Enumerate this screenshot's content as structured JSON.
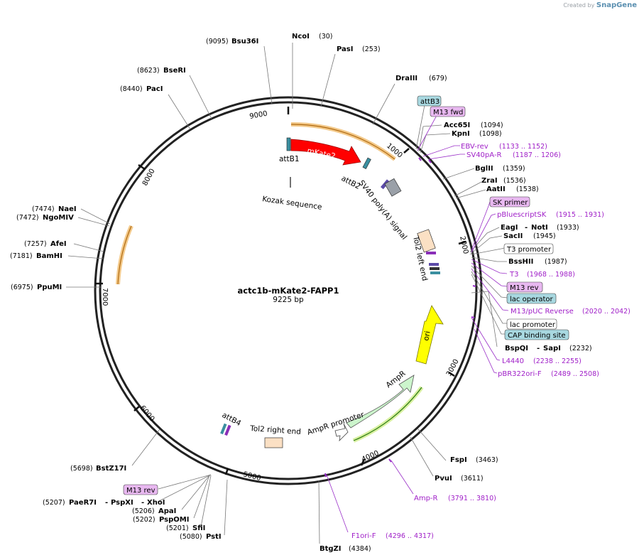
{
  "credit": {
    "prefix": "Created by",
    "brand": "SnapGene"
  },
  "plasmid": {
    "name": "actc1b-mKate2-FAPP1",
    "length_label": "9225 bp"
  },
  "ticks": [
    "9000",
    "1000",
    "2000",
    "3000",
    "4000",
    "5000",
    "6000",
    "7000",
    "8000"
  ],
  "sites": [
    {
      "name": "NcoI",
      "pos": "(30)"
    },
    {
      "name": "PasI",
      "pos": "(253)"
    },
    {
      "name": "DraIII",
      "pos": "(679)"
    },
    {
      "name": "Bsu36I",
      "pos": "(9095)"
    },
    {
      "name": "BseRI",
      "pos": "(8623)"
    },
    {
      "name": "PacI",
      "pos": "(8440)"
    },
    {
      "name": "Acc65I",
      "pos": "(1094)"
    },
    {
      "name": "KpnI",
      "pos": "(1098)"
    },
    {
      "name": "BglII",
      "pos": "(1359)"
    },
    {
      "name": "ZraI",
      "pos": "(1536)"
    },
    {
      "name": "AatII",
      "pos": "(1538)"
    },
    {
      "name": "EagI",
      "sep": "-",
      "name2": "NotI",
      "pos": "(1933)"
    },
    {
      "name": "SacII",
      "pos": "(1945)"
    },
    {
      "name": "BssHII",
      "pos": "(1987)"
    },
    {
      "name": "BspQI",
      "sep": "-",
      "name2": "SapI",
      "pos": "(2232)"
    },
    {
      "name": "FspI",
      "pos": "(3463)"
    },
    {
      "name": "PvuI",
      "pos": "(3611)"
    },
    {
      "name": "BtgZI",
      "pos": "(4384)"
    },
    {
      "name": "NaeI",
      "pos": "(7474)"
    },
    {
      "name": "NgoMIV",
      "pos": "(7472)"
    },
    {
      "name": "AfeI",
      "pos": "(7257)"
    },
    {
      "name": "BamHI",
      "pos": "(7181)"
    },
    {
      "name": "PpuMI",
      "pos": "(6975)"
    },
    {
      "name": "BstZ17I",
      "pos": "(5698)"
    },
    {
      "name": "PaeR7I",
      "sep": "-",
      "name2": "PspXI",
      "sep2": "-",
      "name3": "XhoI",
      "pos": "(5207)"
    },
    {
      "name": "ApaI",
      "pos": "(5206)"
    },
    {
      "name": "PspOMI",
      "pos": "(5202)"
    },
    {
      "name": "SfiI",
      "pos": "(5201)"
    },
    {
      "name": "PstI",
      "pos": "(5080)"
    }
  ],
  "primers": [
    {
      "name": "EBV-rev",
      "range": "(1133 .. 1152)"
    },
    {
      "name": "SV40pA-R",
      "range": "(1187 .. 1206)"
    },
    {
      "name": "pBluescriptSK",
      "range": "(1915 .. 1931)"
    },
    {
      "name": "T3",
      "range": "(1968 .. 1988)"
    },
    {
      "name": "M13/pUC Reverse",
      "range": "(2020 .. 2042)"
    },
    {
      "name": "L4440",
      "range": "(2238 .. 2255)"
    },
    {
      "name": "pBR322ori-F",
      "range": "(2489 .. 2508)"
    },
    {
      "name": "Amp-R",
      "range": "(3791 .. 3810)"
    },
    {
      "name": "F1ori-F",
      "range": "(4296 .. 4317)"
    }
  ],
  "boxed_labels": [
    {
      "text": "attB3",
      "kind": "blue"
    },
    {
      "text": "M13 fwd",
      "kind": "purple"
    },
    {
      "text": "SK primer",
      "kind": "purple"
    },
    {
      "text": "T3 promoter",
      "kind": "white"
    },
    {
      "text": "M13 rev",
      "kind": "purple"
    },
    {
      "text": "lac operator",
      "kind": "blue"
    },
    {
      "text": "lac promoter",
      "kind": "white"
    },
    {
      "text": "CAP binding site",
      "kind": "blue"
    },
    {
      "text": "M13 rev",
      "kind": "purple"
    }
  ],
  "features": {
    "mkate2": "mKate2",
    "attb1": "attB1",
    "attb2": "attB2",
    "kozak": "Kozak sequence",
    "sv40": "SV40 poly(A) signal",
    "tol2_left": "Tol2 left end",
    "ori": "ori",
    "ampr": "AmpR",
    "ampr_promoter": "AmpR promoter",
    "tol2_right": "Tol2 right end",
    "attb4": "attB4"
  },
  "colors": {
    "mkate2": "#ff0000",
    "ori": "#ffff00",
    "ampr": "#ccf5cc",
    "orf_band": "#f3c98a",
    "primer": "#a020c8",
    "box_blue": "#a8d8e0",
    "box_purple": "#e8b8f0"
  }
}
